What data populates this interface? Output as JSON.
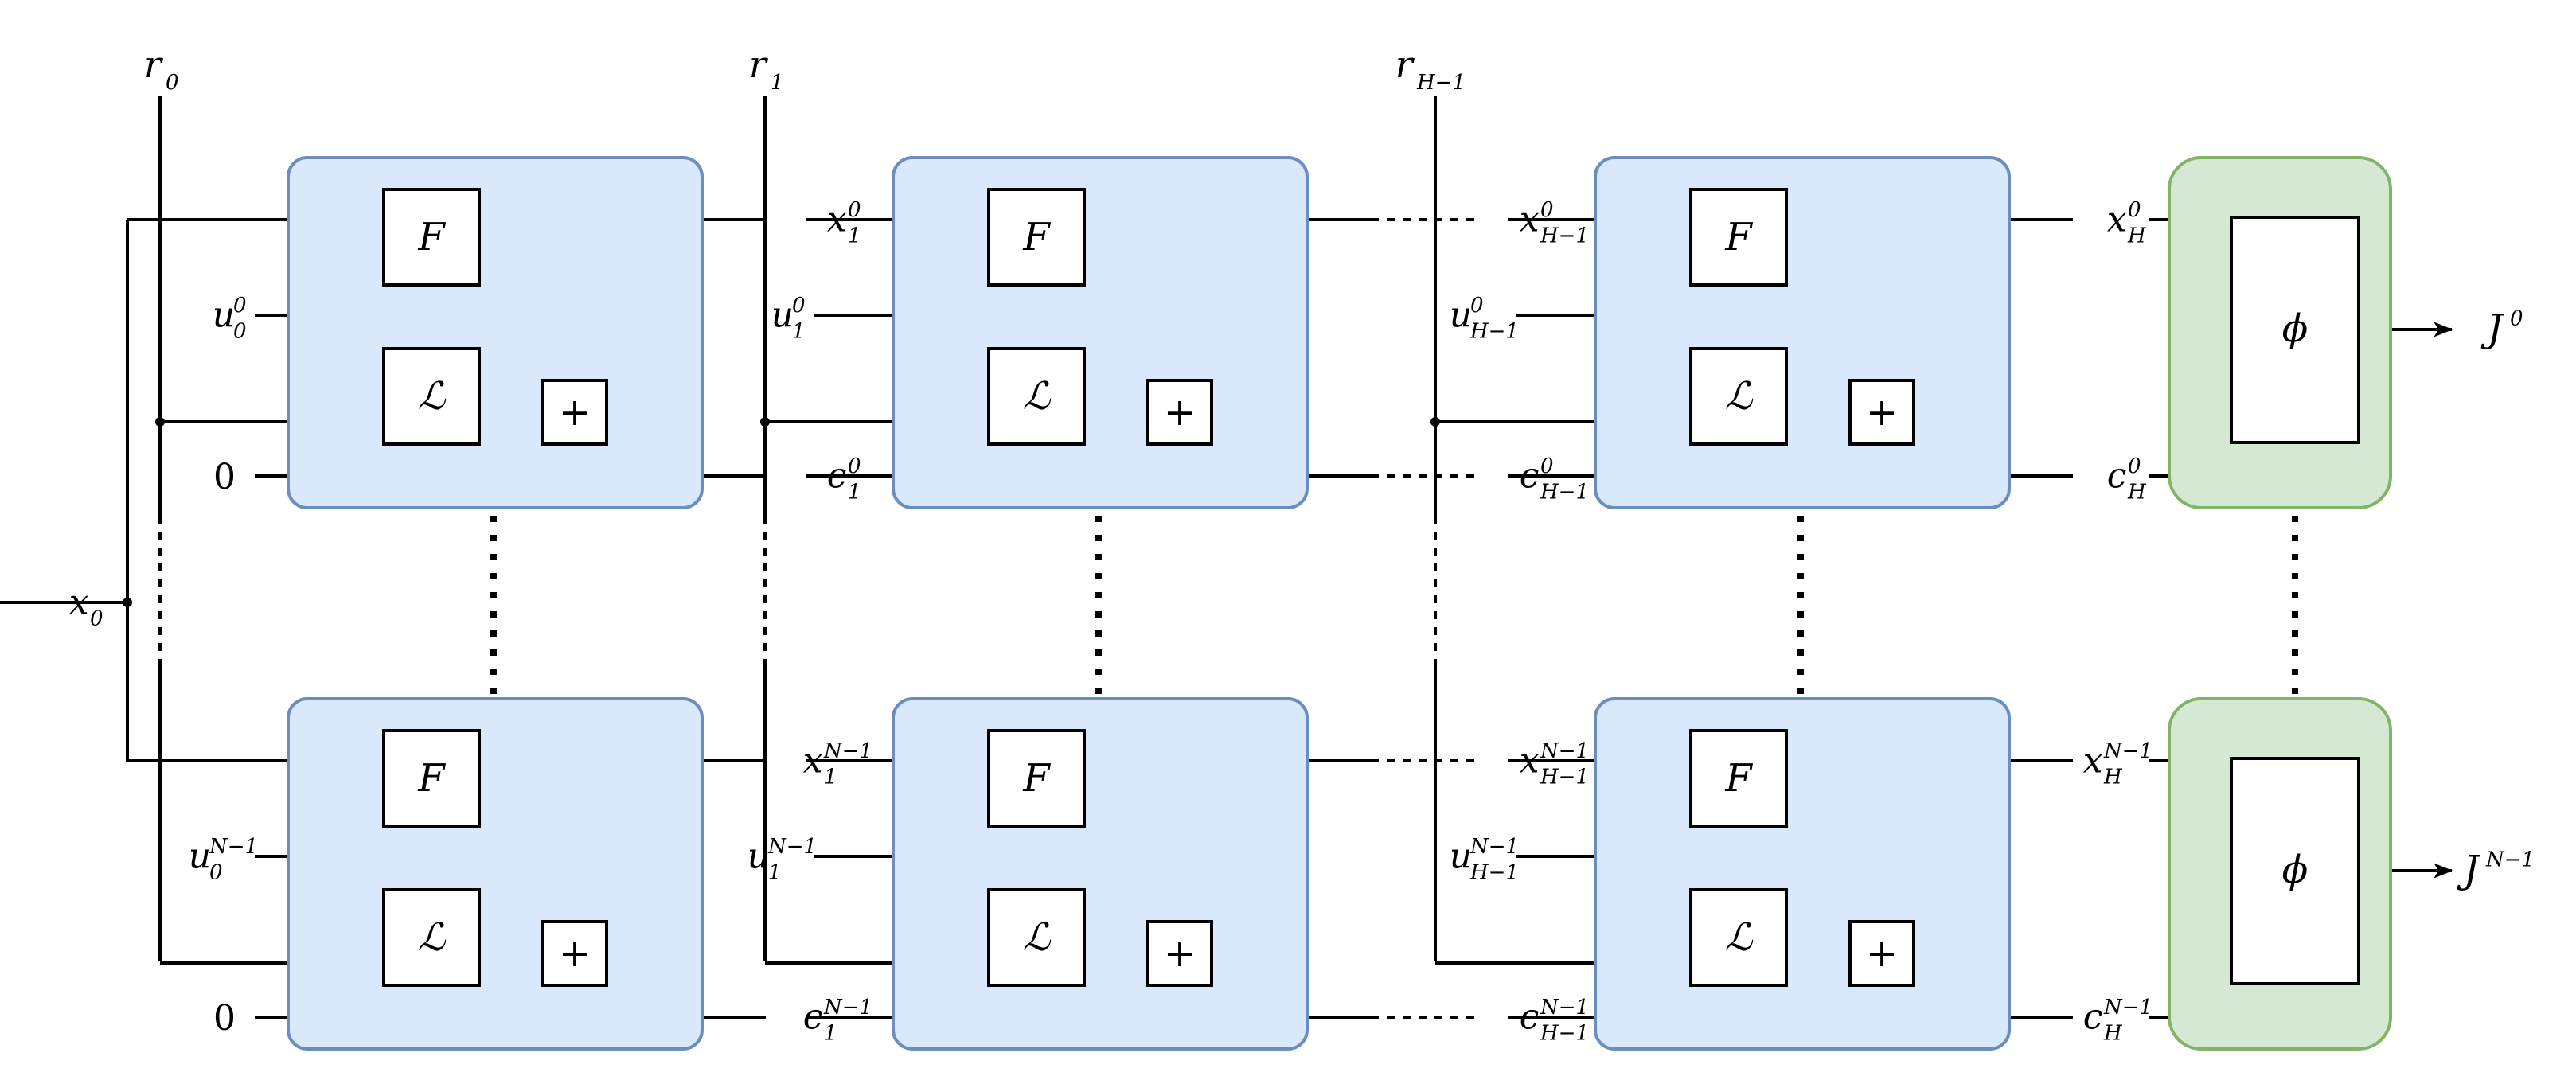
{
  "inputs": {
    "x0": {
      "base": "x",
      "sub": "0",
      "sup": ""
    },
    "r0": {
      "base": "r",
      "sub": "0"
    },
    "r1": {
      "base": "r",
      "sub": "1"
    },
    "rH": {
      "base": "r",
      "sub": "H−1"
    },
    "zero_top": "0",
    "zero_bottom": "0"
  },
  "rows": [
    {
      "name": "top",
      "u": [
        {
          "base": "u",
          "sub": "0",
          "sup": "0"
        },
        {
          "base": "u",
          "sub": "1",
          "sup": "0"
        },
        {
          "base": "u",
          "sub": "H−1",
          "sup": "0"
        }
      ],
      "x": [
        {
          "base": "x",
          "sub": "1",
          "sup": "0"
        },
        {
          "base": "x",
          "sub": "H−1",
          "sup": "0"
        },
        {
          "base": "x",
          "sub": "H",
          "sup": "0"
        }
      ],
      "c": [
        {
          "base": "c",
          "sub": "1",
          "sup": "0"
        },
        {
          "base": "c",
          "sub": "H−1",
          "sup": "0"
        },
        {
          "base": "c",
          "sub": "H",
          "sup": "0"
        }
      ],
      "J": {
        "base": "J",
        "sup": "0"
      }
    },
    {
      "name": "bottom",
      "u": [
        {
          "base": "u",
          "sub": "0",
          "sup": "N−1"
        },
        {
          "base": "u",
          "sub": "1",
          "sup": "N−1"
        },
        {
          "base": "u",
          "sub": "H−1",
          "sup": "N−1"
        }
      ],
      "x": [
        {
          "base": "x",
          "sub": "1",
          "sup": "N−1"
        },
        {
          "base": "x",
          "sub": "H−1",
          "sup": "N−1"
        },
        {
          "base": "x",
          "sub": "H",
          "sup": "N−1"
        }
      ],
      "c": [
        {
          "base": "c",
          "sub": "1",
          "sup": "N−1"
        },
        {
          "base": "c",
          "sub": "H−1",
          "sup": "N−1"
        },
        {
          "base": "c",
          "sub": "H",
          "sup": "N−1"
        }
      ],
      "J": {
        "base": "J",
        "sup": "N−1"
      }
    }
  ],
  "blocks": {
    "dynamics": "F",
    "cost": "ℒ",
    "sum": "+",
    "terminal": "ϕ"
  },
  "colors": {
    "stage_fill": "#dae8fc",
    "stage_stroke": "#6c8ebf",
    "terminal_fill": "#d5e8d4",
    "terminal_stroke": "#82b366"
  }
}
